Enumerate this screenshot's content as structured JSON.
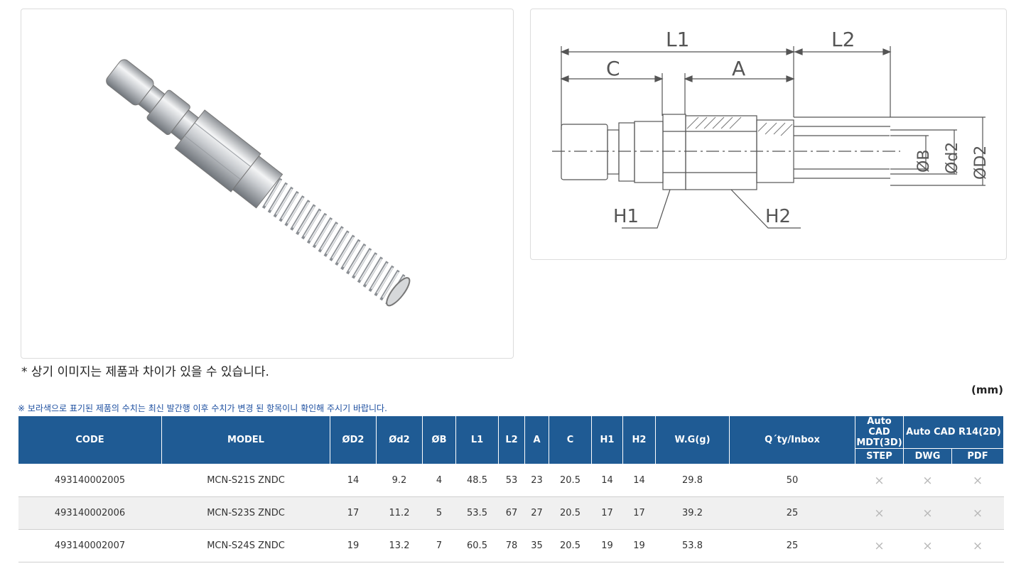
{
  "disclaimer": "* 상기 이미지는 제품과 차이가 있을 수 있습니다.",
  "unit": "(mm)",
  "notice": "※ 보라색으로 표기된 제품의 수치는 최신 발간행 이후 수치가 변경 된 항목이니 확인해 주시기 바랍니다.",
  "drawing": {
    "labels": {
      "L1": "L1",
      "L2": "L2",
      "C": "C",
      "A": "A",
      "H1": "H1",
      "H2": "H2",
      "B": "ØB",
      "d2": "Ød2",
      "D2": "ØD2"
    }
  },
  "table": {
    "headers": {
      "code": "CODE",
      "model": "MODEL",
      "D2": "ØD2",
      "d2": "Ød2",
      "B": "ØB",
      "L1": "L1",
      "L2": "L2",
      "A": "A",
      "C": "C",
      "H1": "H1",
      "H2": "H2",
      "wg": "W.G(g)",
      "qty": "Q´ty/Inbox",
      "cad3d_line1": "Auto CAD",
      "cad3d_line2": "MDT(3D)",
      "cad2d": "Auto CAD R14(2D)",
      "step": "STEP",
      "dwg": "DWG",
      "pdf": "PDF"
    },
    "rows": [
      {
        "code": "493140002005",
        "model": "MCN-S21S ZNDC",
        "D2": "14",
        "d2": "9.2",
        "B": "4",
        "L1": "48.5",
        "L2": "53",
        "A": "23",
        "C": "20.5",
        "H1": "14",
        "H2": "14",
        "wg": "29.8",
        "qty": "50",
        "step": "×",
        "dwg": "×",
        "pdf": "×"
      },
      {
        "code": "493140002006",
        "model": "MCN-S23S ZNDC",
        "D2": "17",
        "d2": "11.2",
        "B": "5",
        "L1": "53.5",
        "L2": "67",
        "A": "27",
        "C": "20.5",
        "H1": "17",
        "H2": "17",
        "wg": "39.2",
        "qty": "25",
        "step": "×",
        "dwg": "×",
        "pdf": "×"
      },
      {
        "code": "493140002007",
        "model": "MCN-S24S ZNDC",
        "D2": "19",
        "d2": "13.2",
        "B": "7",
        "L1": "60.5",
        "L2": "78",
        "A": "35",
        "C": "20.5",
        "H1": "19",
        "H2": "19",
        "wg": "53.8",
        "qty": "25",
        "step": "×",
        "dwg": "×",
        "pdf": "×"
      }
    ]
  }
}
